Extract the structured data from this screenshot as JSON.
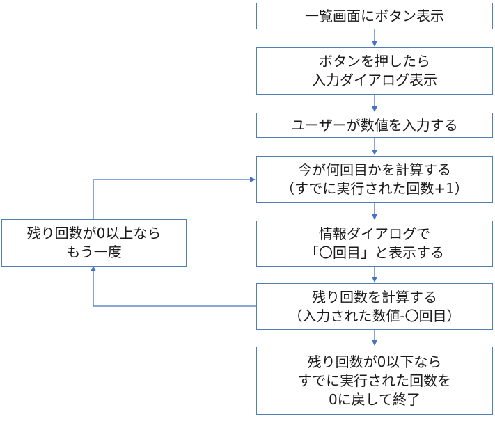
{
  "nodes": {
    "show_button": {
      "lines": [
        "一覧画面にボタン表示"
      ]
    },
    "press_dialog": {
      "lines": [
        "ボタンを押したら",
        "入力ダイアログ表示"
      ]
    },
    "user_input": {
      "lines": [
        "ユーザーが数値を入力する"
      ]
    },
    "calc_count": {
      "lines": [
        "今が何回目かを計算する",
        "（すでに実行された回数+1）"
      ]
    },
    "info_dialog": {
      "lines": [
        "情報ダイアログで",
        "「〇回目」と表示する"
      ]
    },
    "calc_remaining": {
      "lines": [
        "残り回数を計算する",
        "（入力された数値-〇回目）"
      ]
    },
    "end_reset": {
      "lines": [
        "残り回数が0以下なら",
        "すでに実行された回数を",
        "0に戻して終了"
      ]
    },
    "repeat": {
      "lines": [
        "残り回数が0以上なら",
        "もう一度"
      ]
    }
  },
  "colors": {
    "border": "#4f7fb5",
    "connector": "#4472c4",
    "text": "#1a1a1a"
  }
}
